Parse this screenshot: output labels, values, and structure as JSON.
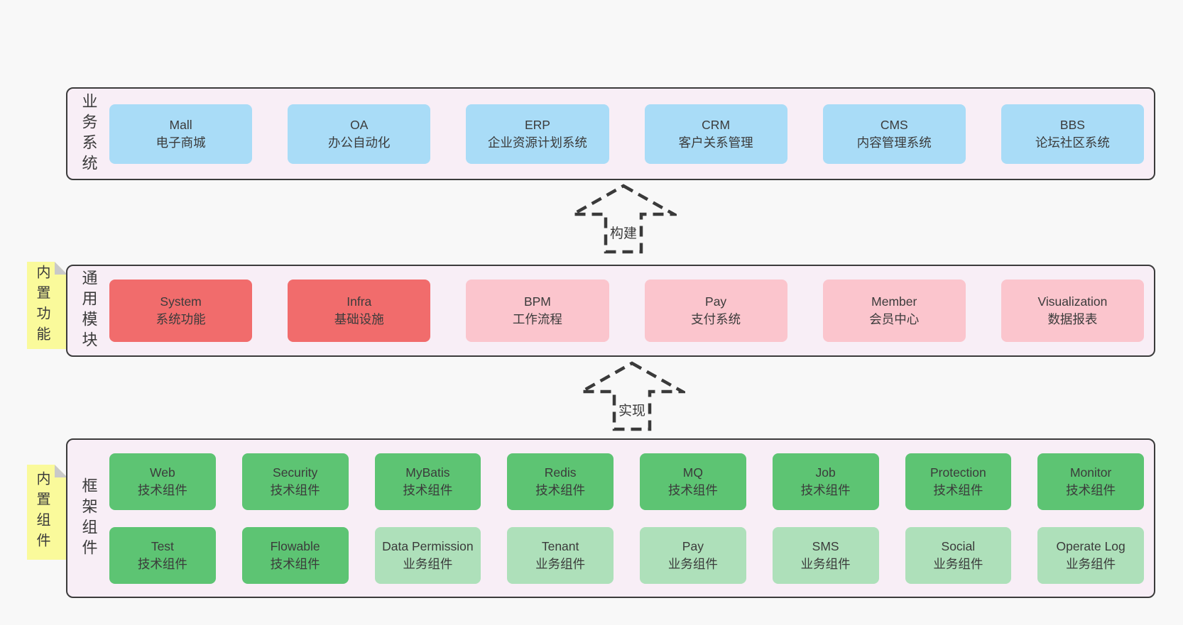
{
  "colors": {
    "bg": "#f8f8f8",
    "panelFill": "#f8eef6",
    "panelBorder": "#3b3b3b",
    "blue": "#a9dcf7",
    "red": "#f16c6c",
    "pink": "#fbc5cd",
    "green": "#5dc473",
    "lightGreen": "#aee0ba",
    "sticky": "#fafa9b",
    "stickyFold": "#c9c9c9",
    "text": "#3b3b3b"
  },
  "arrows": [
    {
      "label": "构建"
    },
    {
      "label": "实现"
    }
  ],
  "layers": [
    {
      "label": "业务系统",
      "boxes": [
        {
          "title": "Mall",
          "subtitle": "电子商城",
          "variant": "blue"
        },
        {
          "title": "OA",
          "subtitle": "办公自动化",
          "variant": "blue"
        },
        {
          "title": "ERP",
          "subtitle": "企业资源计划系统",
          "variant": "blue"
        },
        {
          "title": "CRM",
          "subtitle": "客户关系管理",
          "variant": "blue"
        },
        {
          "title": "CMS",
          "subtitle": "内容管理系统",
          "variant": "blue"
        },
        {
          "title": "BBS",
          "subtitle": "论坛社区系统",
          "variant": "blue"
        }
      ]
    },
    {
      "label": "通用模块",
      "sticky": "内置功能",
      "boxes": [
        {
          "title": "System",
          "subtitle": "系统功能",
          "variant": "red"
        },
        {
          "title": "Infra",
          "subtitle": "基础设施",
          "variant": "red"
        },
        {
          "title": "BPM",
          "subtitle": "工作流程",
          "variant": "pink"
        },
        {
          "title": "Pay",
          "subtitle": "支付系统",
          "variant": "pink"
        },
        {
          "title": "Member",
          "subtitle": "会员中心",
          "variant": "pink"
        },
        {
          "title": "Visualization",
          "subtitle": "数据报表",
          "variant": "pink"
        }
      ]
    },
    {
      "label": "框架组件",
      "sticky": "内置组件",
      "rows": [
        [
          {
            "title": "Web",
            "subtitle": "技术组件",
            "variant": "green"
          },
          {
            "title": "Security",
            "subtitle": "技术组件",
            "variant": "green"
          },
          {
            "title": "MyBatis",
            "subtitle": "技术组件",
            "variant": "green"
          },
          {
            "title": "Redis",
            "subtitle": "技术组件",
            "variant": "green"
          },
          {
            "title": "MQ",
            "subtitle": "技术组件",
            "variant": "green"
          },
          {
            "title": "Job",
            "subtitle": "技术组件",
            "variant": "green"
          },
          {
            "title": "Protection",
            "subtitle": "技术组件",
            "variant": "green"
          },
          {
            "title": "Monitor",
            "subtitle": "技术组件",
            "variant": "green"
          }
        ],
        [
          {
            "title": "Test",
            "subtitle": "技术组件",
            "variant": "green"
          },
          {
            "title": "Flowable",
            "subtitle": "技术组件",
            "variant": "green"
          },
          {
            "title": "Data Permission",
            "subtitle": "业务组件",
            "variant": "lightGreen"
          },
          {
            "title": "Tenant",
            "subtitle": "业务组件",
            "variant": "lightGreen"
          },
          {
            "title": "Pay",
            "subtitle": "业务组件",
            "variant": "lightGreen"
          },
          {
            "title": "SMS",
            "subtitle": "业务组件",
            "variant": "lightGreen"
          },
          {
            "title": "Social",
            "subtitle": "业务组件",
            "variant": "lightGreen"
          },
          {
            "title": "Operate Log",
            "subtitle": "业务组件",
            "variant": "lightGreen"
          }
        ]
      ]
    }
  ]
}
